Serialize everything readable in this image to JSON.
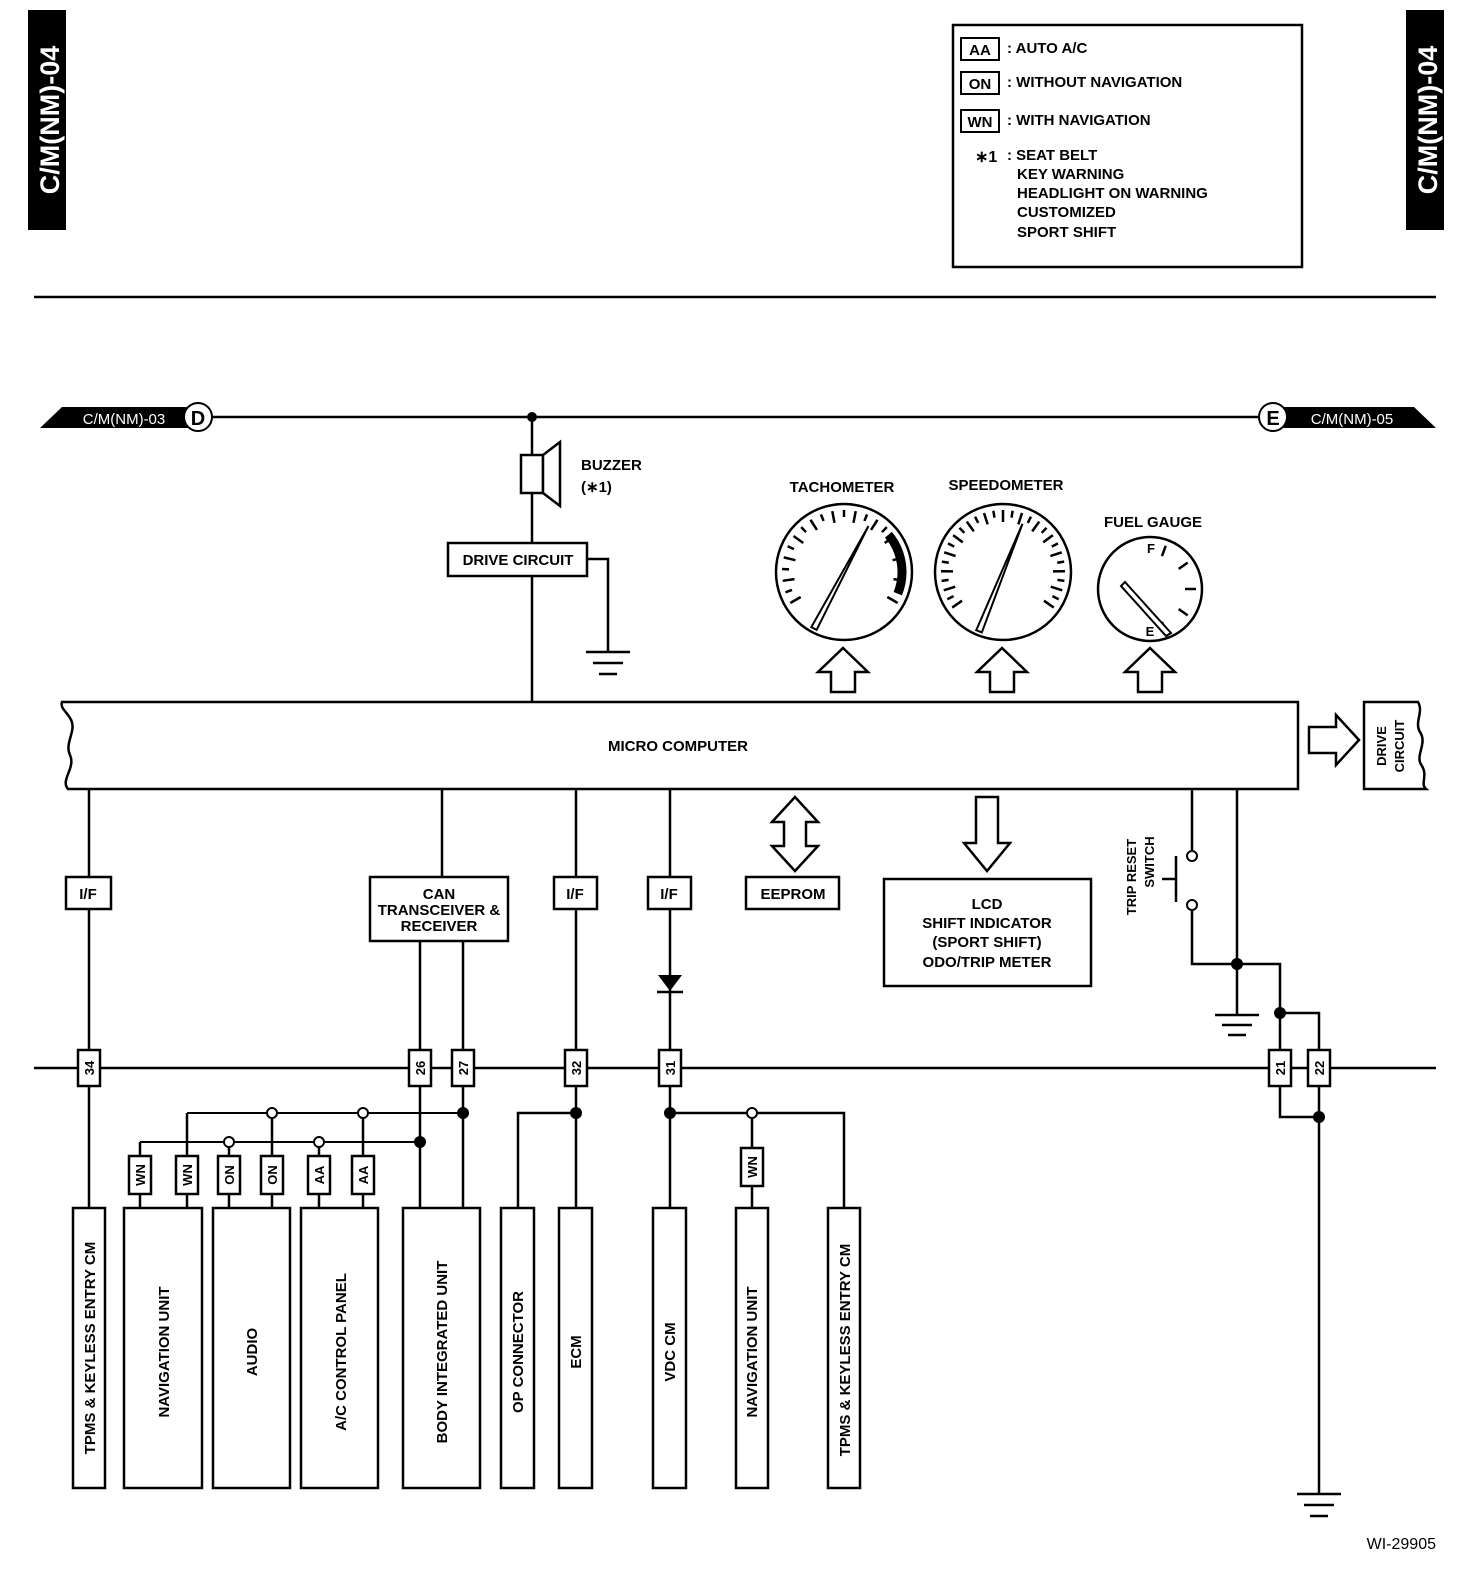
{
  "page": {
    "code": "C/M(NM)-04",
    "figure_id": "WI-29905"
  },
  "legend": {
    "items": [
      {
        "tag": "AA",
        "text": ": AUTO A/C"
      },
      {
        "tag": "ON",
        "text": ": WITHOUT NAVIGATION"
      },
      {
        "tag": "WN",
        "text": ": WITH NAVIGATION"
      }
    ],
    "note_mark": "∗1",
    "note_lines": [
      ": SEAT BELT",
      "KEY WARNING",
      "HEADLIGHT ON WARNING",
      "CUSTOMIZED",
      "SPORT SHIFT"
    ]
  },
  "connectors": {
    "left": {
      "ref": "C/M(NM)-03",
      "letter": "D"
    },
    "right": {
      "ref": "C/M(NM)-05",
      "letter": "E"
    }
  },
  "buzzer": {
    "label": "BUZZER",
    "note": "(∗1)"
  },
  "drive_circuit_top": "DRIVE CIRCUIT",
  "gauges": {
    "tachometer": "TACHOMETER",
    "speedometer": "SPEEDOMETER",
    "fuel_gauge": "FUEL GAUGE",
    "fuel_full": "F",
    "fuel_empty": "E"
  },
  "micro_computer": "MICRO COMPUTER",
  "drive_circuit_right": [
    "DRIVE",
    "CIRCUIT"
  ],
  "interfaces": {
    "if_label": "I/F"
  },
  "can_block": [
    "CAN",
    "TRANSCEIVER &",
    "RECEIVER"
  ],
  "eeprom": "EEPROM",
  "lcd_block": [
    "LCD",
    "SHIFT INDICATOR",
    "(SPORT SHIFT)",
    "ODO/TRIP METER"
  ],
  "trip_reset": [
    "TRIP RESET",
    "SWITCH"
  ],
  "pins": [
    "34",
    "26",
    "27",
    "32",
    "31",
    "21",
    "22"
  ],
  "variant_tags": [
    "WN",
    "WN",
    "ON",
    "ON",
    "AA",
    "AA",
    "WN"
  ],
  "modules": [
    "TPMS & KEYLESS ENTRY CM",
    "NAVIGATION UNIT",
    "AUDIO",
    "A/C CONTROL PANEL",
    "BODY INTEGRATED UNIT",
    "OP CONNECTOR",
    "ECM",
    "VDC CM",
    "NAVIGATION UNIT",
    "TPMS & KEYLESS ENTRY CM"
  ]
}
